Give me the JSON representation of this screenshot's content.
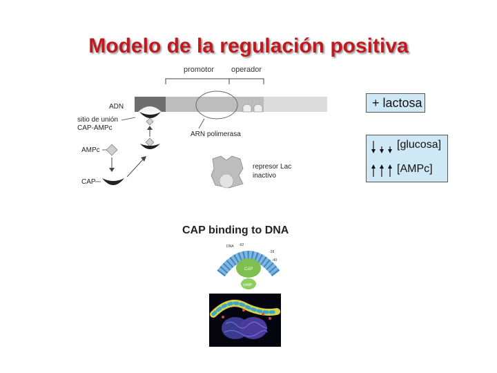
{
  "title": "Modelo de la regulación positiva",
  "diagram": {
    "labels": {
      "promotor": "promotor",
      "operador": "operador",
      "adn": "ADN",
      "sitio_line1": "sitio de unión",
      "sitio_line2": "CAP-AMPc",
      "arn_polimerasa": "ARN polimerasa",
      "ampc": "AMPc",
      "cap": "CAP",
      "represor_line1": "represor Lac",
      "represor_line2": "inactivo"
    },
    "lactose_box": "+ lactosa",
    "levels_box": {
      "glucose": "[glucosa]",
      "ampc": "[AMPc]"
    }
  },
  "cap_binding": {
    "title": "CAP binding to DNA",
    "tiny_labels": {
      "dna": "DNA",
      "n62": "-62",
      "n28": "-28",
      "n40": "-40",
      "cap": "CAP",
      "camp": "cAMP"
    }
  },
  "colors": {
    "title": "#c0191f",
    "box_fill": "#cfe8f5"
  }
}
